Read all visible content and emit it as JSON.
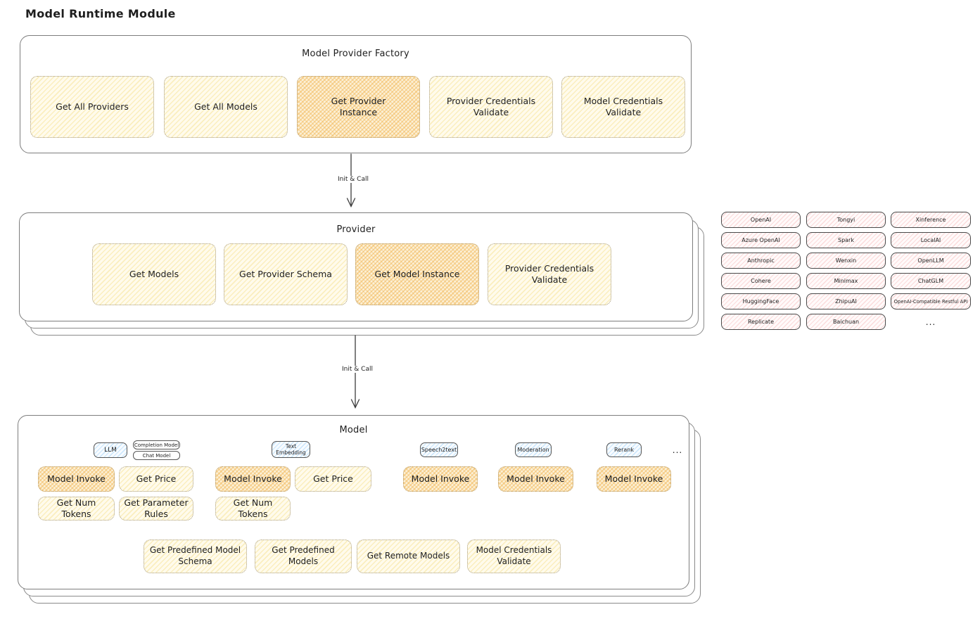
{
  "diagram_title": "Model Runtime Module",
  "factory": {
    "title": "Model Provider Factory",
    "boxes": [
      {
        "label": "Get All Providers",
        "highlighted": false
      },
      {
        "label": "Get All Models",
        "highlighted": false
      },
      {
        "label": "Get Provider Instance",
        "highlighted": true
      },
      {
        "label": "Provider Credentials Validate",
        "highlighted": false
      },
      {
        "label": "Model Credentials Validate",
        "highlighted": false
      }
    ]
  },
  "arrows": {
    "factory_to_provider": "Init & Call",
    "provider_to_model": "Init & Call"
  },
  "provider": {
    "title": "Provider",
    "boxes": [
      {
        "label": "Get Models",
        "highlighted": false
      },
      {
        "label": "Get Provider Schema",
        "highlighted": false
      },
      {
        "label": "Get Model Instance",
        "highlighted": true
      },
      {
        "label": "Provider Credentials Validate",
        "highlighted": false
      }
    ]
  },
  "providers_grid": {
    "columns": [
      {
        "items": [
          "OpenAI",
          "Azure OpenAI",
          "Anthropic",
          "Cohere",
          "HuggingFace",
          "Replicate"
        ]
      },
      {
        "items": [
          "Tongyi",
          "Spark",
          "Wenxin",
          "Minimax",
          "ZhipuAI",
          "Baichuan"
        ]
      },
      {
        "items": [
          "Xinference",
          "LocalAI",
          "OpenLLM",
          "ChatGLM",
          "OpenAI-Compatible Restful API"
        ]
      }
    ],
    "ellipsis": "..."
  },
  "model": {
    "title": "Model",
    "groups": [
      {
        "tab": "LLM",
        "subtabs": [
          "Completion Model",
          "Chat Model"
        ],
        "functions": [
          {
            "label": "Model Invoke",
            "highlighted": true
          },
          {
            "label": "Get Price",
            "highlighted": false
          },
          {
            "label": "Get Num Tokens",
            "highlighted": false
          },
          {
            "label": "Get Parameter Rules",
            "highlighted": false
          }
        ]
      },
      {
        "tab": "Text Embedding",
        "functions": [
          {
            "label": "Model Invoke",
            "highlighted": true
          },
          {
            "label": "Get Price",
            "highlighted": false
          },
          {
            "label": "Get Num Tokens",
            "highlighted": false
          }
        ]
      },
      {
        "tab": "Speech2text",
        "functions": [
          {
            "label": "Model Invoke",
            "highlighted": true
          }
        ]
      },
      {
        "tab": "Moderation",
        "functions": [
          {
            "label": "Model Invoke",
            "highlighted": true
          }
        ]
      },
      {
        "tab": "Rerank",
        "functions": [
          {
            "label": "Model Invoke",
            "highlighted": true
          }
        ]
      }
    ],
    "tabs_ellipsis": "...",
    "shared_functions": [
      "Get Predefined Model Schema",
      "Get Predefined Models",
      "Get Remote Models",
      "Model Credentials Validate"
    ]
  },
  "colors": {
    "function_box_yellow": "#fff6d8",
    "highlight_orange": "#f8ddae",
    "provider_chip_pink": "#fbe7e7",
    "model_type_tab_blue": "#dcecfa",
    "outline_gray": "#7d7d7d",
    "text": "#1e1e1e"
  }
}
